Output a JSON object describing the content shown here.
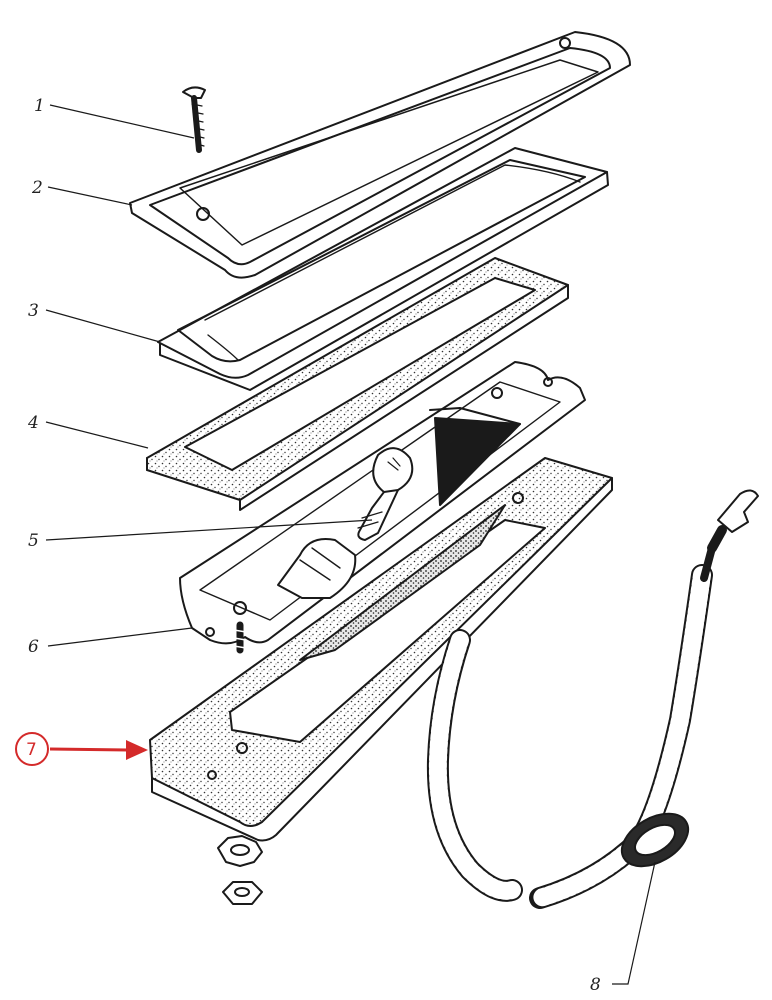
{
  "labels": [
    {
      "id": "1",
      "text": "1"
    },
    {
      "id": "2",
      "text": "2"
    },
    {
      "id": "3",
      "text": "3"
    },
    {
      "id": "4",
      "text": "4"
    },
    {
      "id": "5",
      "text": "5"
    },
    {
      "id": "6",
      "text": "6"
    },
    {
      "id": "7",
      "text": "7"
    },
    {
      "id": "8",
      "text": "8"
    }
  ],
  "highlight": {
    "label": "7",
    "color": "#d42a2a"
  },
  "colors": {
    "ink": "#1a1a1a",
    "paper": "#ffffff",
    "stipple": "#444444"
  }
}
